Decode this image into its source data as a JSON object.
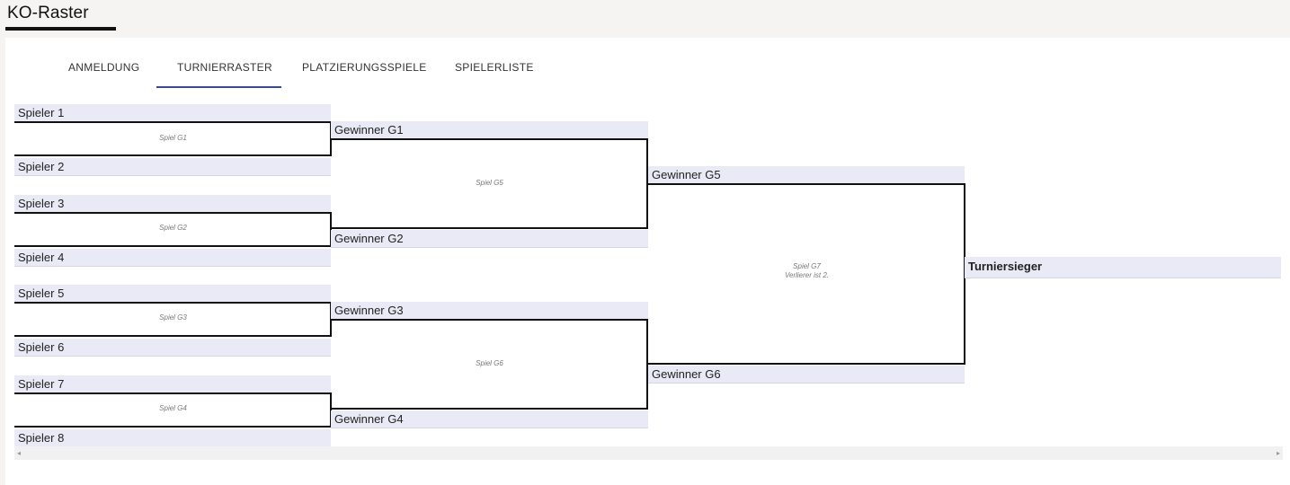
{
  "page": {
    "title": "KO-Raster"
  },
  "tabs": [
    {
      "label": "ANMELDUNG"
    },
    {
      "label": "TURNIERRASTER"
    },
    {
      "label": "PLATZIERUNGSSPIELE"
    },
    {
      "label": "SPIELERLISTE"
    }
  ],
  "active_tab": "TURNIERRASTER",
  "bracket": {
    "round1": {
      "players": [
        "Spieler 1",
        "Spieler 2",
        "Spieler 3",
        "Spieler 4",
        "Spieler 5",
        "Spieler 6",
        "Spieler 7",
        "Spieler 8"
      ],
      "games": [
        "Spiel G1",
        "Spiel G2",
        "Spiel G3",
        "Spiel G4"
      ]
    },
    "round2": {
      "slots": [
        "Gewinner G1",
        "Gewinner G2",
        "Gewinner G3",
        "Gewinner G4"
      ],
      "games": [
        "Spiel G5",
        "Spiel G6"
      ]
    },
    "round3": {
      "slots": [
        "Gewinner G5",
        "Gewinner G6"
      ],
      "game": "Spiel G7",
      "game_note": "Verlierer ist 2."
    },
    "winner": "Turniersieger"
  },
  "colors": {
    "slot_background": "#e9eaf5",
    "active_tab_underline": "#3a4a8c",
    "bracket_line": "#111111"
  },
  "icons": {
    "scroll_left": "scroll-left-arrow-icon",
    "scroll_right": "scroll-right-arrow-icon"
  }
}
